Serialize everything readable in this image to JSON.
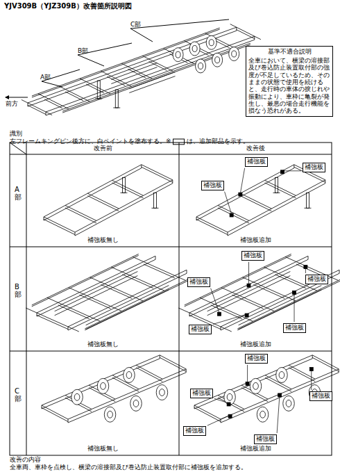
{
  "diagram": {
    "title": "YJV309B（YJZ309B）改善箇所説明図",
    "nodes": [
      {
        "text": [
          "基準不適合説明",
          "全車において、横梁の溶接部及び巻込防止装置取付部の強度が不足しているため、そのままの状態で使用を続けると、走行時の車体の捩じれや振動により、車枠に亀裂が発生し、最悪の場合走行機能を損なう恐れがある。"
        ]
      },
      {
        "text": [
          "補強板"
        ]
      },
      {
        "text": [
          "補強板"
        ]
      },
      {
        "text": [
          "補強板"
        ]
      },
      {
        "text": [
          "補強板"
        ]
      },
      {
        "text": [
          "補強板"
        ]
      },
      {
        "text": [
          "補強板"
        ]
      },
      {
        "text": [
          "補強板"
        ]
      },
      {
        "text": [
          "補強板"
        ]
      },
      {
        "text": [
          "補強板"
        ]
      },
      {
        "text": [
          "補強板"
        ]
      },
      {
        "text": [
          "補強板"
        ]
      },
      {
        "text": [
          "補強板"
        ]
      },
      {
        "text": [
          "補強板"
        ]
      }
    ],
    "labels": [
      "C部",
      "B部",
      "A部",
      "前方",
      "識別",
      "左フレームキングピン後方に、白ペイントを塗布する。※",
      "は、追加部品を示す。",
      "改善前",
      "改善後",
      "A部",
      "B部",
      "C部",
      "補強板無し",
      "補強板追加",
      "補強板無し",
      "補強板追加",
      "補強板無し",
      "補強板追加",
      "改善の内容",
      "全車両、車枠を点検し、横梁の溶接部及び巻込防止装置取付部に補強板を追加する。"
    ]
  }
}
